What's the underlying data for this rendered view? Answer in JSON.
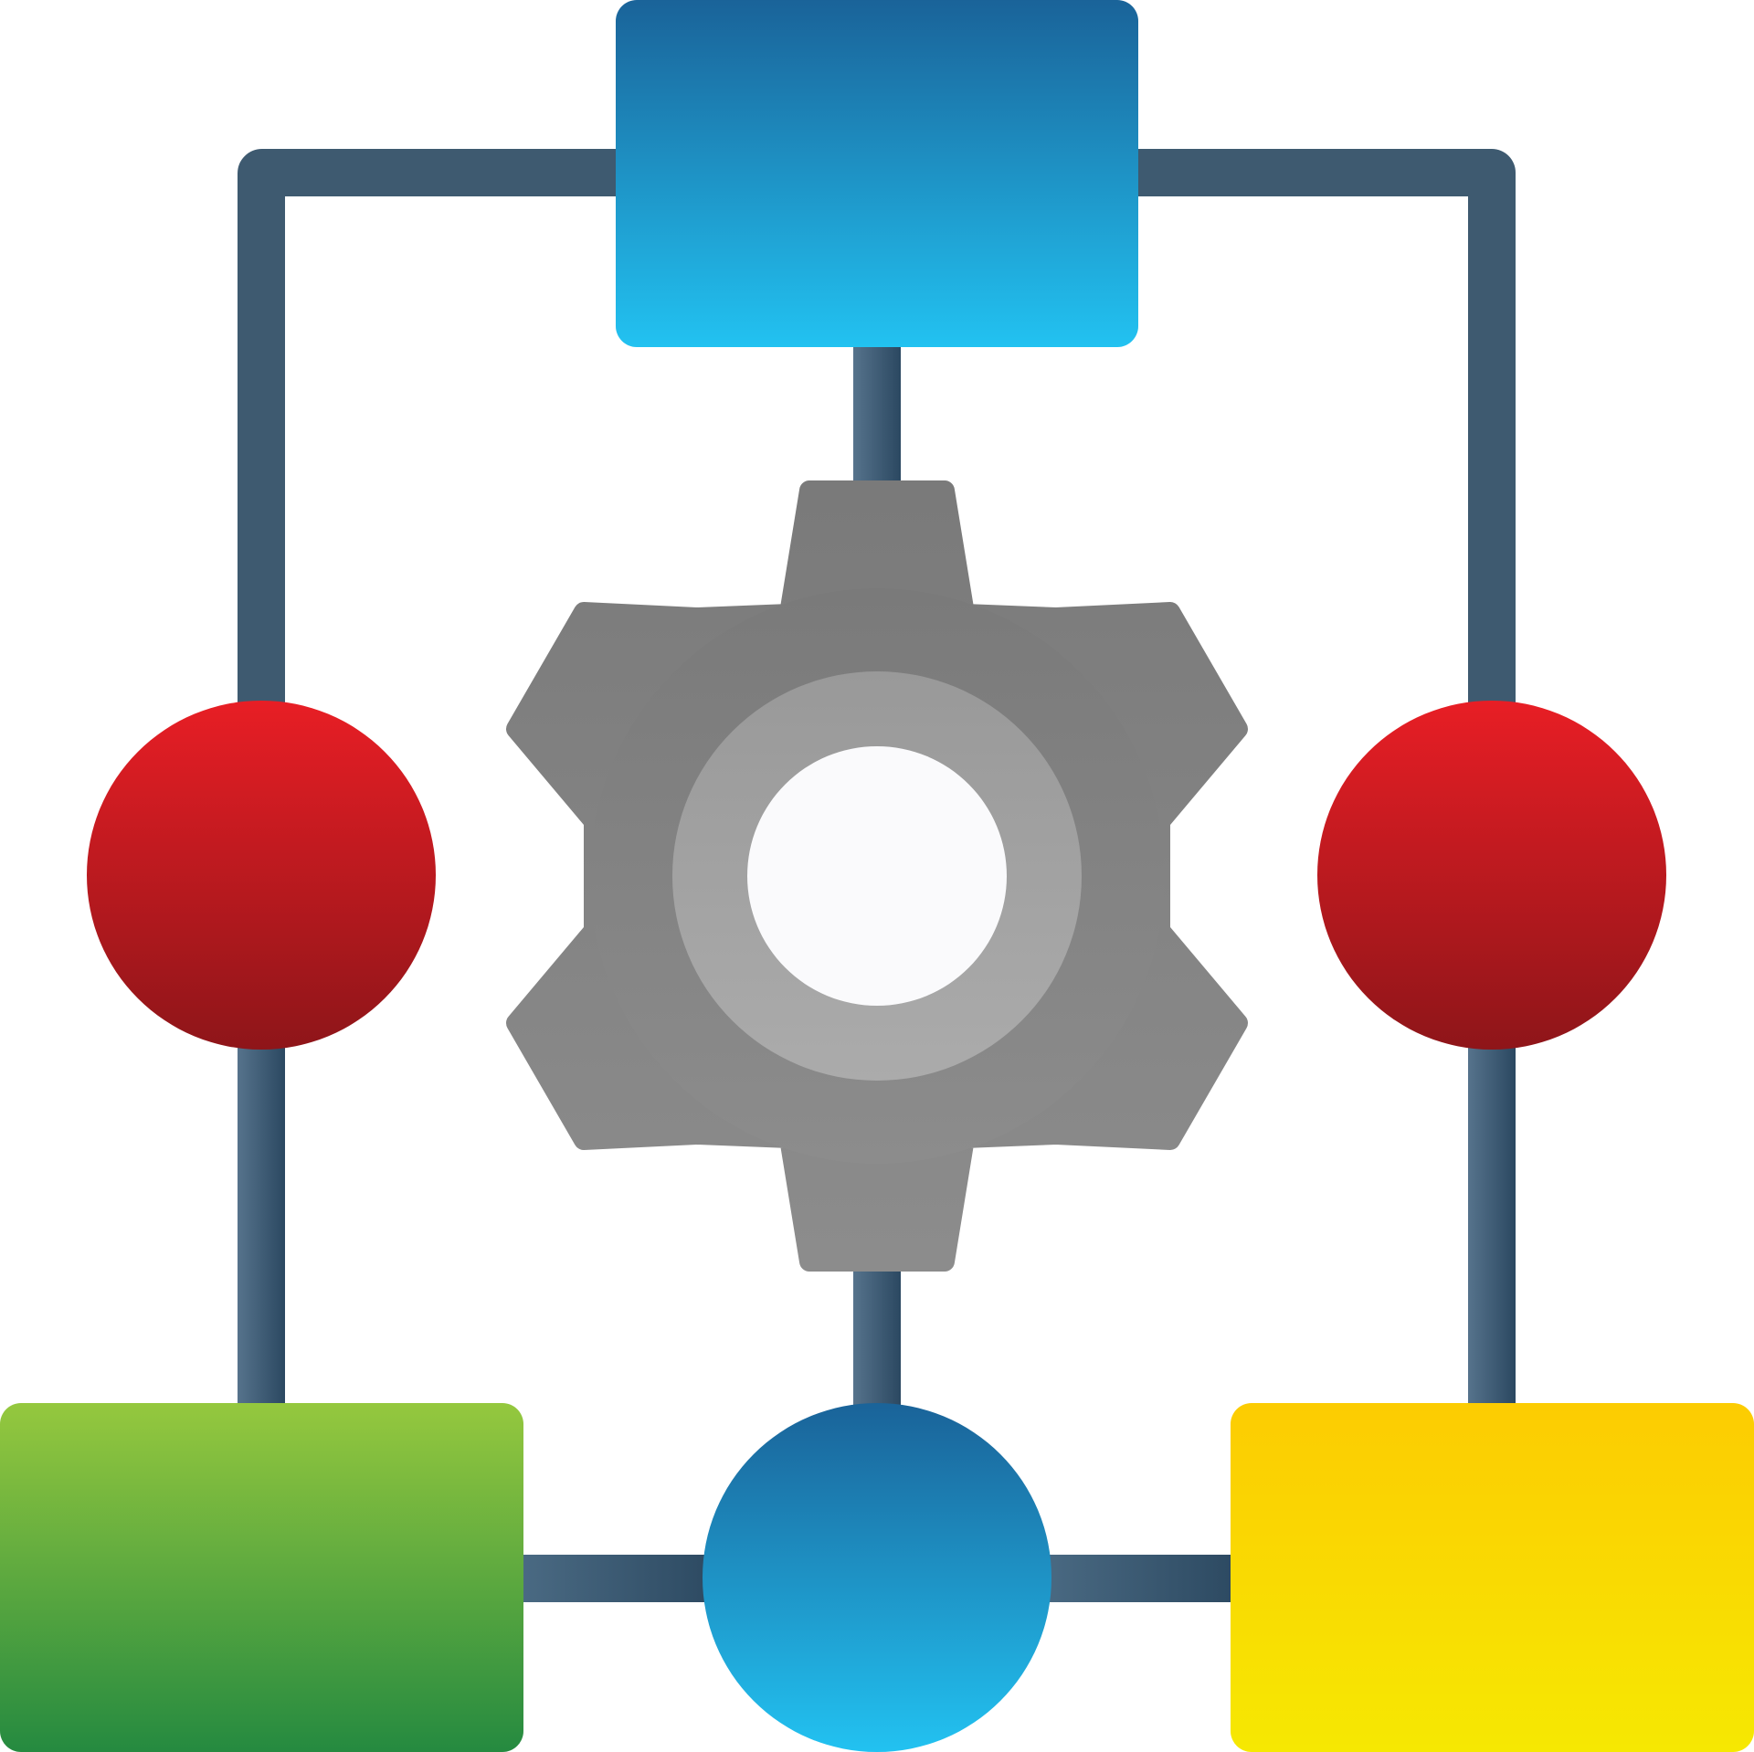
{
  "diagram": {
    "kind": "workflow-icon",
    "center": {
      "icon": "gear-icon"
    },
    "nodes": [
      {
        "id": "top",
        "shape": "rounded-rectangle",
        "color": "blue-gradient"
      },
      {
        "id": "left",
        "shape": "circle",
        "color": "red-gradient"
      },
      {
        "id": "right",
        "shape": "circle",
        "color": "red-gradient"
      },
      {
        "id": "bottom-left",
        "shape": "rounded-rectangle",
        "color": "green-gradient"
      },
      {
        "id": "bottom-center",
        "shape": "circle",
        "color": "blue-gradient"
      },
      {
        "id": "bottom-right",
        "shape": "rounded-rectangle",
        "color": "yellow-gradient"
      }
    ],
    "connectors": [
      {
        "from": "top",
        "to": "left"
      },
      {
        "from": "top",
        "to": "right"
      },
      {
        "from": "top",
        "to": "center"
      },
      {
        "from": "left",
        "to": "bottom-left"
      },
      {
        "from": "right",
        "to": "bottom-right"
      },
      {
        "from": "center",
        "to": "bottom-center"
      },
      {
        "from": "bottom-left",
        "to": "bottom-center"
      },
      {
        "from": "bottom-center",
        "to": "bottom-right"
      }
    ]
  },
  "colors": {
    "connector": "#3E5A70",
    "blue_top": "#1A6399",
    "blue_bottom": "#22C2F1",
    "red_top": "#E81E25",
    "red_bottom": "#8E1519",
    "green_top": "#95C83E",
    "green_bottom": "#258A40",
    "yellow_top": "#FCCC02",
    "yellow_bottom": "#F6E802",
    "gear_dark": "#7E7E7E",
    "gear_ring": "#A0A0A0",
    "gear_center": "#FAFAFC"
  }
}
